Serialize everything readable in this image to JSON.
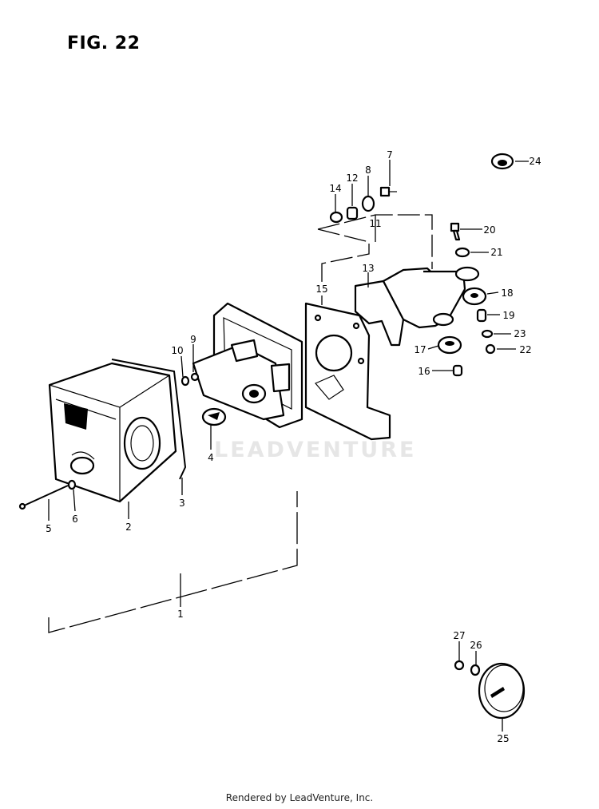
{
  "figure": {
    "title": "FIG. 22"
  },
  "parts": [
    {
      "id": "p1",
      "label": "1"
    },
    {
      "id": "p2",
      "label": "2"
    },
    {
      "id": "p3",
      "label": "3"
    },
    {
      "id": "p4",
      "label": "4"
    },
    {
      "id": "p5",
      "label": "5"
    },
    {
      "id": "p6",
      "label": "6"
    },
    {
      "id": "p7",
      "label": "7"
    },
    {
      "id": "p8",
      "label": "8"
    },
    {
      "id": "p9",
      "label": "9"
    },
    {
      "id": "p10",
      "label": "10"
    },
    {
      "id": "p11",
      "label": "11"
    },
    {
      "id": "p12",
      "label": "12"
    },
    {
      "id": "p13",
      "label": "13"
    },
    {
      "id": "p14",
      "label": "14"
    },
    {
      "id": "p15",
      "label": "15"
    },
    {
      "id": "p16",
      "label": "16"
    },
    {
      "id": "p17",
      "label": "17"
    },
    {
      "id": "p18",
      "label": "18"
    },
    {
      "id": "p19",
      "label": "19"
    },
    {
      "id": "p20",
      "label": "20"
    },
    {
      "id": "p21",
      "label": "21"
    },
    {
      "id": "p22",
      "label": "22"
    },
    {
      "id": "p23",
      "label": "23"
    },
    {
      "id": "p24",
      "label": "24"
    },
    {
      "id": "p25",
      "label": "25"
    },
    {
      "id": "p26",
      "label": "26"
    },
    {
      "id": "p27",
      "label": "27"
    }
  ],
  "watermark": "LEADVENTURE",
  "footer": "Rendered by LeadVenture, Inc."
}
